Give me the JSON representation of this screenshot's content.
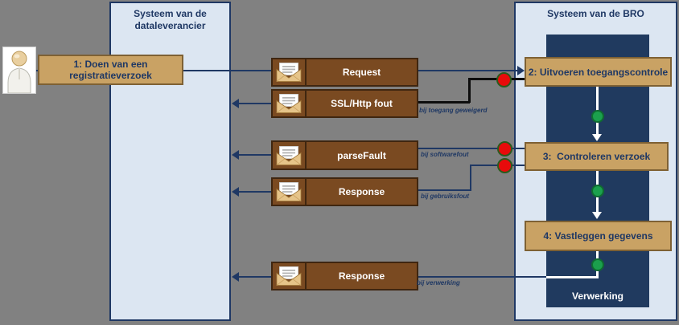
{
  "diagram": {
    "title_left": "Systeem van de dataleverancier",
    "title_right": "Systeem van de BRO",
    "actor_step": "1: Doen van een registratieverzoek",
    "activities": {
      "a2": "2: Uitvoeren toegangscontrole",
      "a3": "3:  Controleren verzoek",
      "a4": "4: Vastleggen gegevens"
    },
    "process_label": "Verwerking",
    "messages": {
      "request": "Request",
      "ssl_http_fout": "SSL/Http fout",
      "parse_fault": "parseFault",
      "response_fout": "Response",
      "response_ok": "Response"
    },
    "conditions": {
      "toegang_geweigerd": "bij toegang geweigerd",
      "softwarefout": "bij softwarefout",
      "gebruiksfout": "bij gebruiksfout",
      "verwerking": "bij verwerking"
    },
    "colors": {
      "background": "#818181",
      "panel_fill": "#dce6f2",
      "navy": "#1f3864",
      "inner_rect": "#203a5f",
      "tan_fill": "#c9a264",
      "tan_border": "#7e6134",
      "brown_fill": "#7a4a21",
      "brown_border": "#3f2610",
      "red_dot": "#e80b0b",
      "green_dot": "#1ba04d",
      "white_flow": "#ffffff",
      "error_line": "#0d0d0d"
    }
  }
}
